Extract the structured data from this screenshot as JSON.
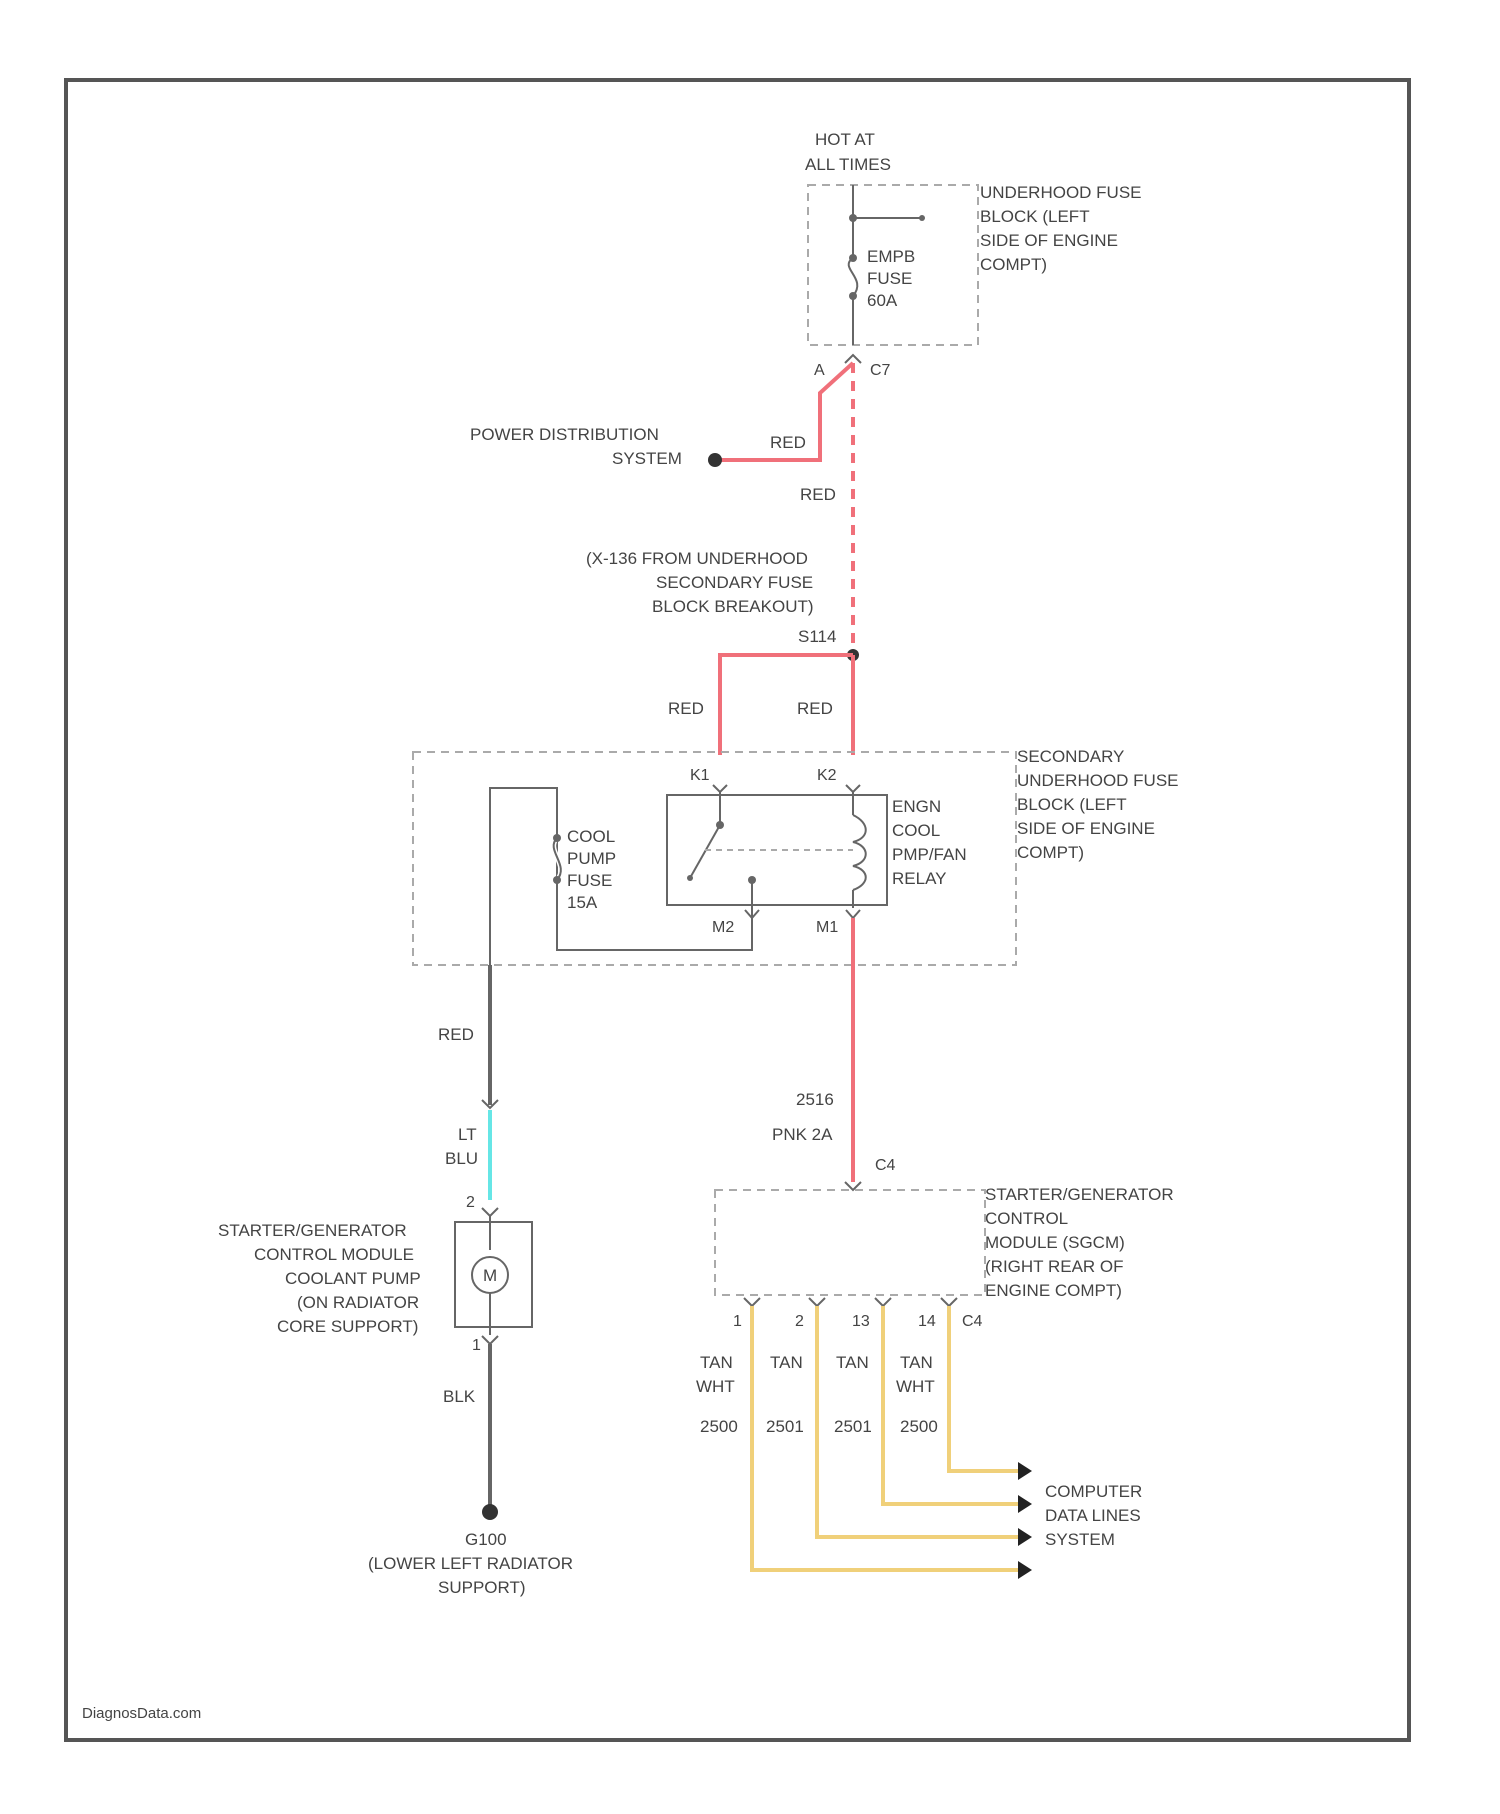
{
  "colors": {
    "frame": "#555555",
    "wire_red": "#f0707a",
    "wire_gray": "#666666",
    "wire_light_blue": "#66e6e6",
    "wire_yellow": "#f0d07a",
    "box_dash": "#aaaaaa"
  },
  "underhood_fuse": {
    "hot_line1": "HOT AT",
    "hot_line2": "ALL TIMES",
    "label_lines": [
      "UNDERHOOD FUSE",
      "BLOCK (LEFT",
      "SIDE OF ENGINE",
      "COMPT)"
    ],
    "fuse_lines": [
      "EMPB",
      "FUSE",
      "60A"
    ],
    "pin_a": "A",
    "pin_c7": "C7"
  },
  "power_distribution": {
    "lines": [
      "POWER DISTRIBUTION",
      "SYSTEM"
    ],
    "wire_label": "RED"
  },
  "main_feed": {
    "wire_label": "RED",
    "note_lines": [
      "(X-136 FROM UNDERHOOD",
      "SECONDARY FUSE",
      "BLOCK BREAKOUT)"
    ],
    "splice_label": "S114"
  },
  "secondary_fuse": {
    "label_lines": [
      "SECONDARY",
      "UNDERHOOD FUSE",
      "BLOCK (LEFT",
      "SIDE OF ENGINE",
      "COMPT)"
    ],
    "left_wire_label": "RED",
    "right_wire_label": "RED",
    "pin_left": "K1",
    "pin_right": "K2",
    "fuse_lines": [
      "COOL",
      "PUMP",
      "FUSE",
      "15A"
    ],
    "relay_lines": [
      "ENGN",
      "COOL",
      "PMP/FAN",
      "RELAY"
    ],
    "pin_bottom_left": "M2",
    "pin_bottom_right": "M1"
  },
  "pump_circuit": {
    "wire_label": "RED",
    "lt_blu_lines": [
      "LT",
      "BLU"
    ],
    "pin_top": "2",
    "pin_bottom": "1",
    "motor_symbol": "M",
    "label_lines": [
      "STARTER/GENERATOR",
      "CONTROL MODULE",
      "COOLANT PUMP",
      "(ON RADIATOR",
      "CORE SUPPORT)"
    ],
    "ground_wire_label": "BLK",
    "ground_lines": [
      "G100",
      "(LOWER LEFT RADIATOR",
      "SUPPORT)"
    ]
  },
  "sgcm": {
    "feed_circuit": "2516",
    "feed_wire_label": "PNK 2A",
    "feed_pin": "C4",
    "label_lines": [
      "STARTER/GENERATOR",
      "CONTROL",
      "MODULE (SGCM)",
      "(RIGHT REAR OF",
      "ENGINE COMPT)"
    ],
    "pins": [
      "1",
      "2",
      "13",
      "14"
    ],
    "connector": "C4",
    "wires": [
      {
        "color": "TAN",
        "color2": "WHT",
        "circuit": "2500"
      },
      {
        "color": "TAN",
        "color2": "",
        "circuit": "2501"
      },
      {
        "color": "TAN",
        "color2": "",
        "circuit": "2501"
      },
      {
        "color": "TAN",
        "color2": "WHT",
        "circuit": "2500"
      }
    ],
    "destination_lines": [
      "COMPUTER",
      "DATA LINES",
      "SYSTEM"
    ]
  },
  "footer": {
    "watermark": "DiagnosData.com"
  }
}
